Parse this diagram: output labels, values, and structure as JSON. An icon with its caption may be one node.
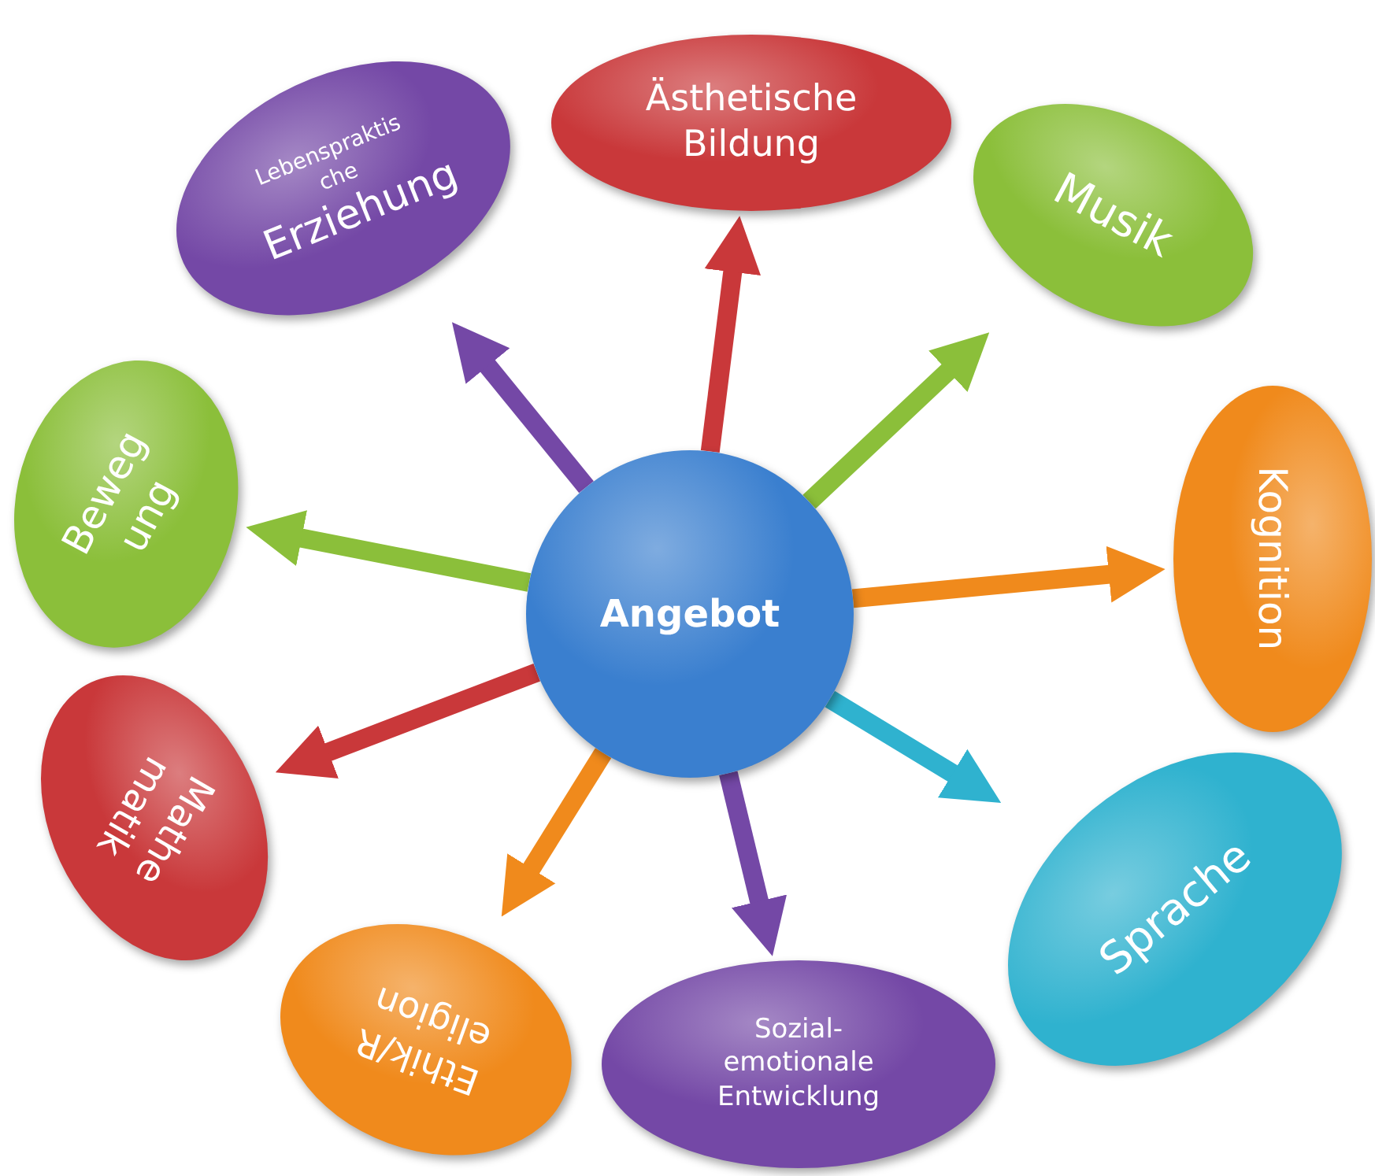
{
  "diagram": {
    "nodes": [
      {
        "text": [
          "Angebot"
        ]
      },
      {
        "text": [
          "Ästhetische Bildung"
        ]
      },
      {
        "text": [
          "Musik"
        ]
      },
      {
        "text": [
          "Kognition"
        ]
      },
      {
        "text": [
          "Sprache"
        ]
      },
      {
        "text": [
          "Sozial-emotionale Entwicklung"
        ]
      },
      {
        "text": [
          "Ethik/R eligion"
        ]
      },
      {
        "text": [
          "Mathe matik"
        ]
      },
      {
        "text": [
          "Beweg ung"
        ]
      },
      {
        "text": [
          "Lebenspraktis che",
          "Erziehung"
        ]
      }
    ],
    "edges": [
      {
        "from": 0,
        "to": 1,
        "arrow": "to",
        "color": "#c9383a"
      },
      {
        "from": 0,
        "to": 2,
        "arrow": "to",
        "color": "#8bbf3a"
      },
      {
        "from": 0,
        "to": 3,
        "arrow": "to",
        "color": "#f08a1c"
      },
      {
        "from": 0,
        "to": 4,
        "arrow": "to",
        "color": "#2fb2cf"
      },
      {
        "from": 0,
        "to": 5,
        "arrow": "to",
        "color": "#7448a6"
      },
      {
        "from": 0,
        "to": 6,
        "arrow": "to",
        "color": "#f08a1c"
      },
      {
        "from": 0,
        "to": 7,
        "arrow": "to",
        "color": "#c9383a"
      },
      {
        "from": 0,
        "to": 8,
        "arrow": "to",
        "color": "#8bbf3a"
      },
      {
        "from": 0,
        "to": 9,
        "arrow": "to",
        "color": "#7448a6"
      }
    ]
  }
}
